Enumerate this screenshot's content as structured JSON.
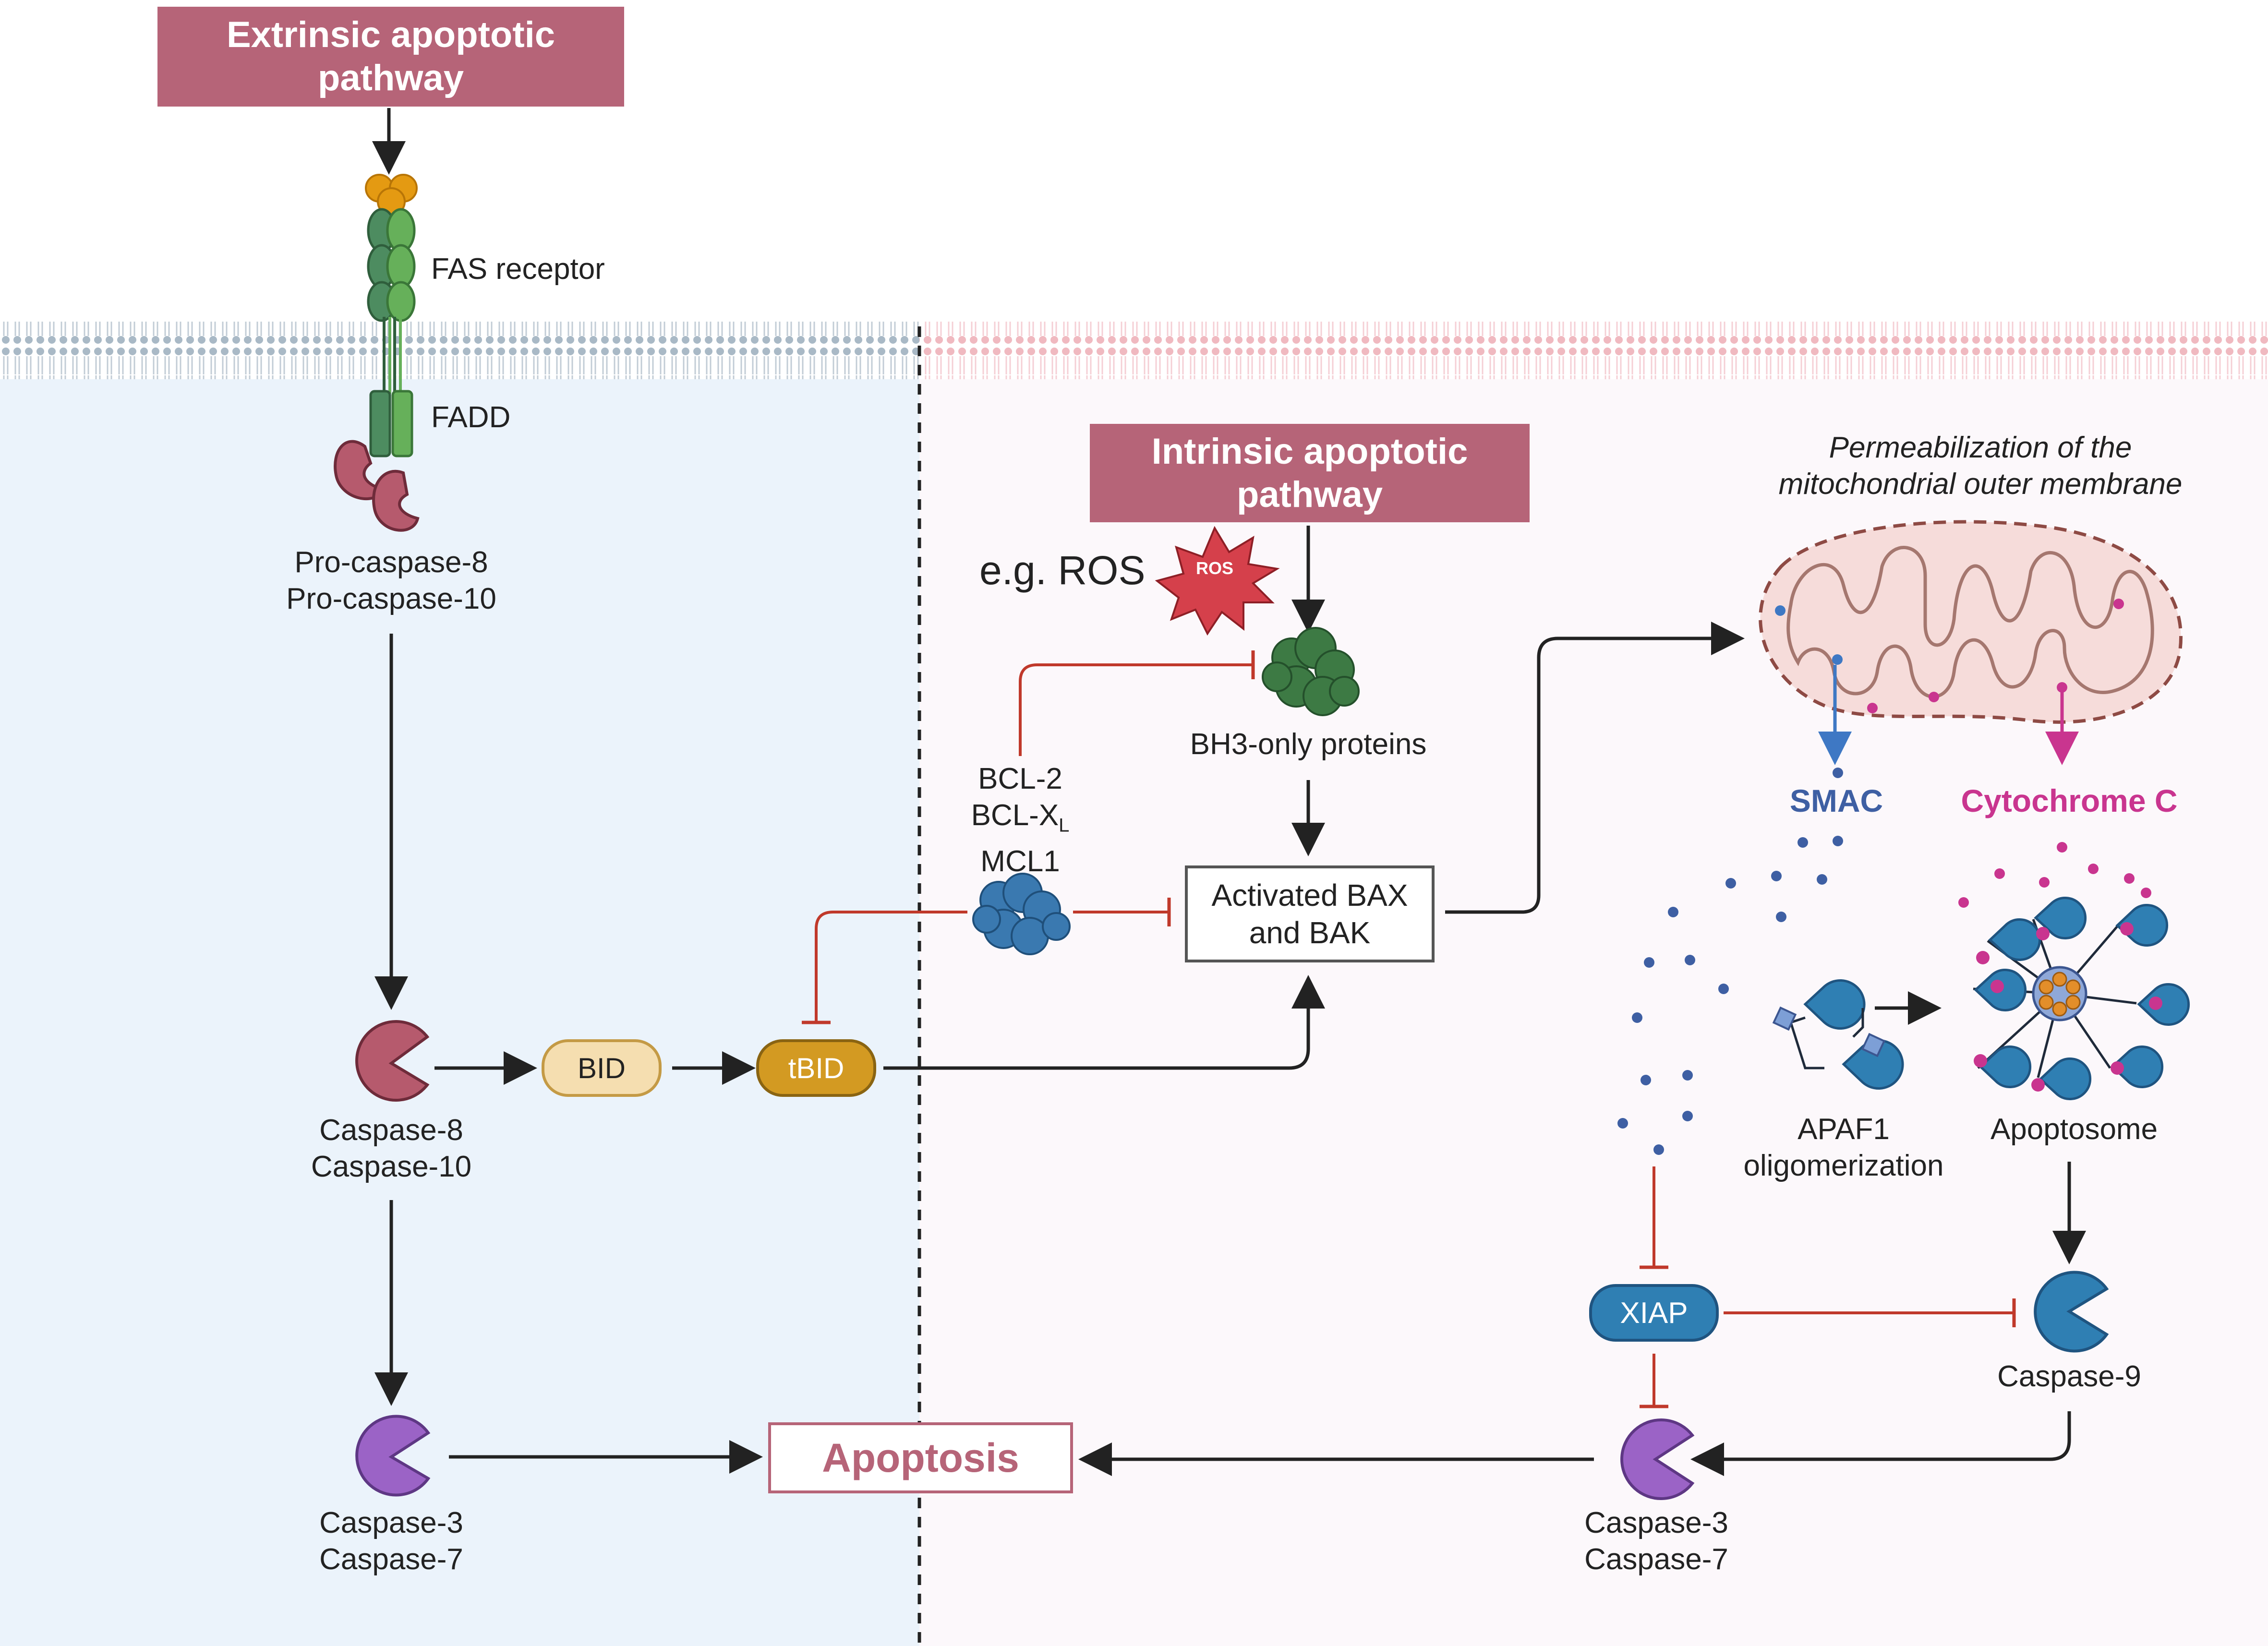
{
  "extrinsic": {
    "title": "Extrinsic apoptotic pathway",
    "fas_receptor": "FAS receptor",
    "fadd": "FADD",
    "procaspase_line1": "Pro-caspase-8",
    "procaspase_line2": "Pro-caspase-10",
    "caspase8_line1": "Caspase-8",
    "caspase8_line2": "Caspase-10",
    "caspase3_line1": "Caspase-3",
    "caspase3_line2": "Caspase-7",
    "bid": "BID",
    "tbid": "tBID"
  },
  "intrinsic": {
    "title": "Intrinsic apoptotic pathway",
    "eg_ros": "e.g. ROS",
    "ros_badge": "ROS",
    "bh3": "BH3-only proteins",
    "bcl2": "BCL-2",
    "bclxl_base": "BCL-X",
    "bclxl_sub": "L",
    "mcl1": "MCL1",
    "bax_bak_line1": "Activated BAX",
    "bax_bak_line2": "and BAK",
    "momp_line1": "Permeabilization of the",
    "momp_line2": "mitochondrial outer membrane",
    "smac": "SMAC",
    "cytochrome_c": "Cytochrome C",
    "apaf1_line1": "APAF1",
    "apaf1_line2": "oligomerization",
    "apoptosome": "Apoptosome",
    "xiap": "XIAP",
    "caspase9": "Caspase-9",
    "caspase3_line1": "Caspase-3",
    "caspase3_line2": "Caspase-7"
  },
  "apoptosis": "Apoptosis",
  "colors": {
    "pathway_box": "#b66478",
    "extrinsic_bg": "#ebf3fb",
    "intrinsic_bg": "#fcf8fb",
    "inhibition": "#c0392b",
    "arrow": "#222222",
    "smac": "#3e5fa3",
    "cytochrome_c": "#c9358f",
    "caspase_8": "#b65a6d",
    "caspase_3": "#9b63c6",
    "caspase_9": "#2f7fb3",
    "xiap": "#2f7fb3",
    "bid": "#f5deb0",
    "tbid": "#d39a22",
    "bh3": "#3d7a44",
    "bcl2": "#3a79b0"
  }
}
